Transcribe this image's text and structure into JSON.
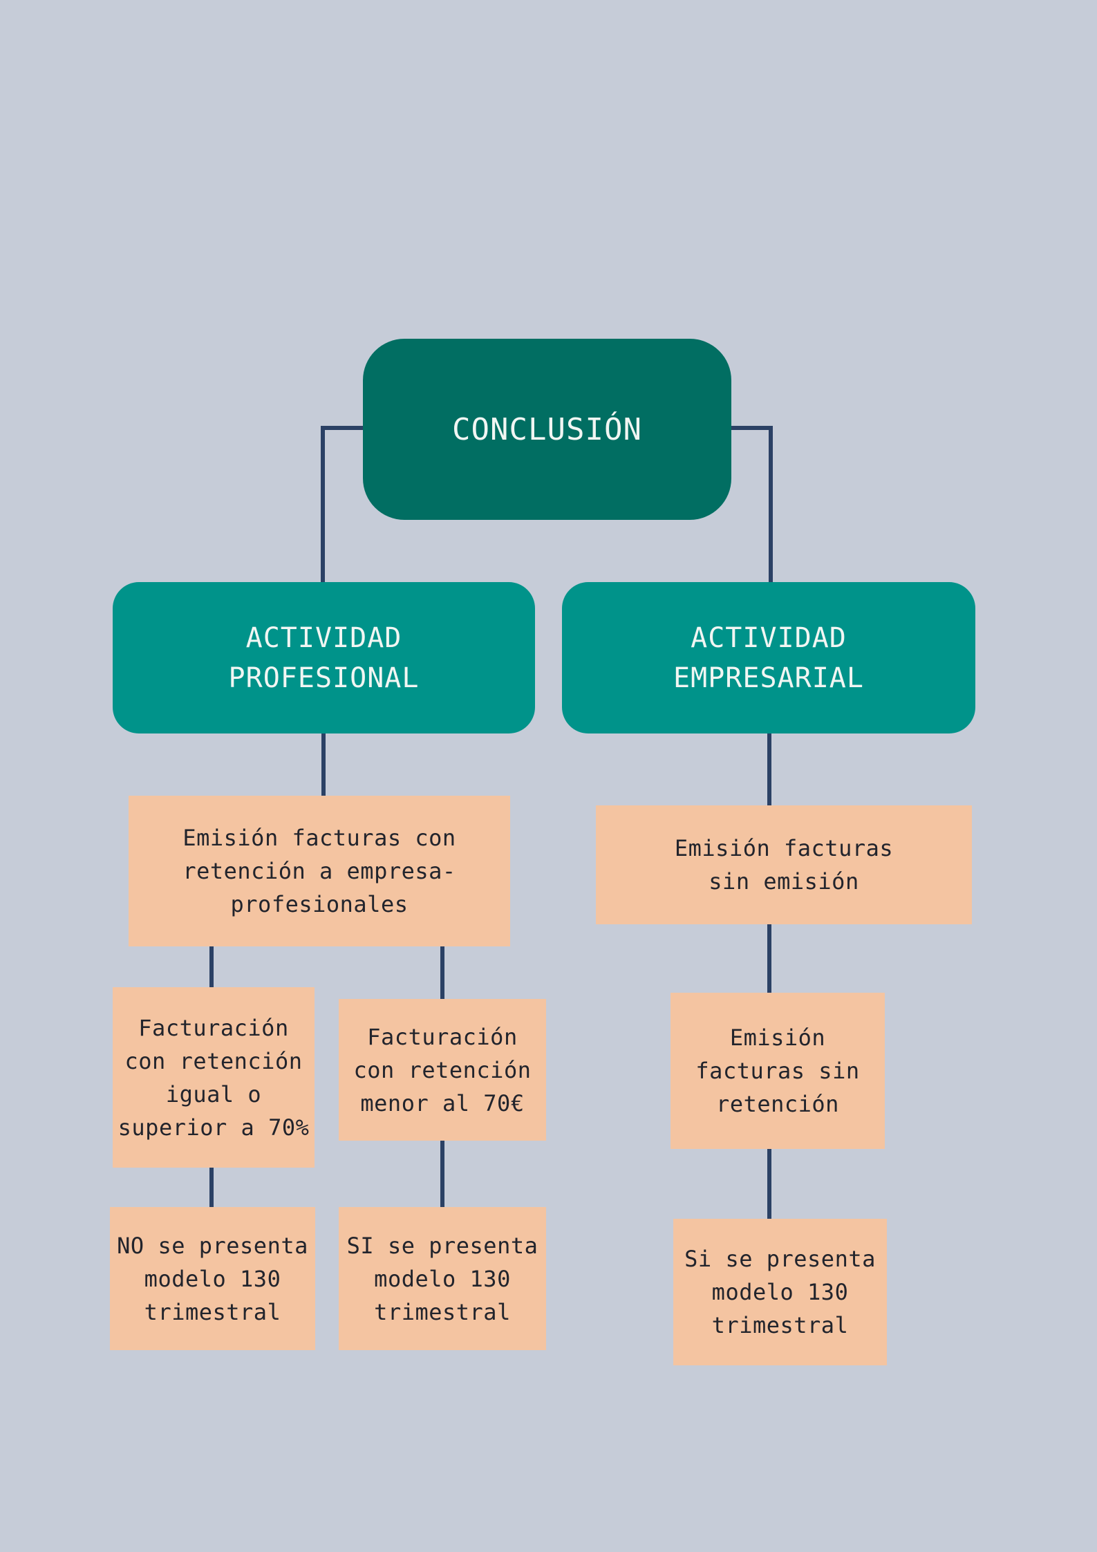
{
  "colors": {
    "background": "#c6ccd8",
    "root_fill": "#016e62",
    "branch_fill": "#00938a",
    "leaf_fill": "#f4c4a1",
    "connector": "#2b4165",
    "dark_text": "#22242c",
    "light_text": "#f1f6f3"
  },
  "nodes": {
    "conclusion": {
      "label": "CONCLUSIÓN"
    },
    "actividad_profesional": {
      "label": "ACTIVIDAD\nPROFESIONAL"
    },
    "actividad_empresarial": {
      "label": "ACTIVIDAD\nEMPRESARIAL"
    },
    "emision_facturas_con_retencion": {
      "label": "Emisión facturas con\nretención a empresa-\nprofesionales"
    },
    "emision_facturas_sin_emision": {
      "label": "Emisión facturas\nsin emisión"
    },
    "facturacion_igual_superior_70": {
      "label": "Facturación\ncon retención\nigual o\nsuperior a 70%"
    },
    "facturacion_menor_70": {
      "label": "Facturación\ncon retención\nmenor al 70€"
    },
    "emision_facturas_sin_retencion": {
      "label": "Emisión\nfacturas sin\nretención"
    },
    "no_presenta_modelo_130": {
      "label": "NO se presenta\nmodelo 130\ntrimestral"
    },
    "si_presenta_modelo_130": {
      "label": "SI se presenta\nmodelo 130\ntrimestral"
    },
    "si_presenta_modelo_130_empresarial": {
      "label": "Si se presenta\nmodelo 130\ntrimestral"
    }
  }
}
